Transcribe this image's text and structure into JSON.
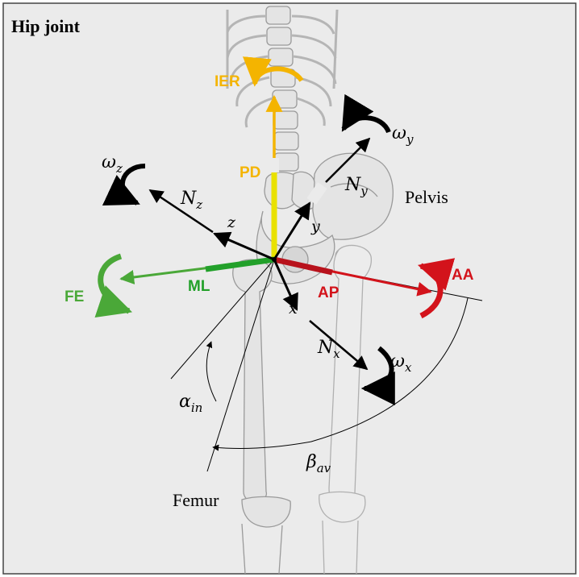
{
  "title": "Hip joint",
  "labels": {
    "ier": "IER",
    "pd": "PD",
    "fe": "FE",
    "ml": "ML",
    "ap": "AP",
    "aa": "AA",
    "pelvis": "Pelvis",
    "femur": "Femur"
  },
  "axes": {
    "nx": {
      "base": "N",
      "sub": "x"
    },
    "ny": {
      "base": "N",
      "sub": "y"
    },
    "nz": {
      "base": "N",
      "sub": "z"
    },
    "x": "x",
    "y": "y",
    "z": "z"
  },
  "angular": {
    "wx": {
      "base": "ω",
      "sub": "x"
    },
    "wy": {
      "base": "ω",
      "sub": "y"
    },
    "wz": {
      "base": "ω",
      "sub": "z"
    }
  },
  "angles": {
    "alpha": {
      "base": "α",
      "sub": "in"
    },
    "beta": {
      "base": "β",
      "sub": "av"
    }
  },
  "colors": {
    "background": "#ebebeb",
    "ier_pd": "#f4b400",
    "fe_ml": "#4aa838",
    "ap_aa": "#d3131b",
    "axis": "#000000",
    "bone_stroke": "#9a9a9a",
    "bone_fill": "#e4e4e4"
  }
}
